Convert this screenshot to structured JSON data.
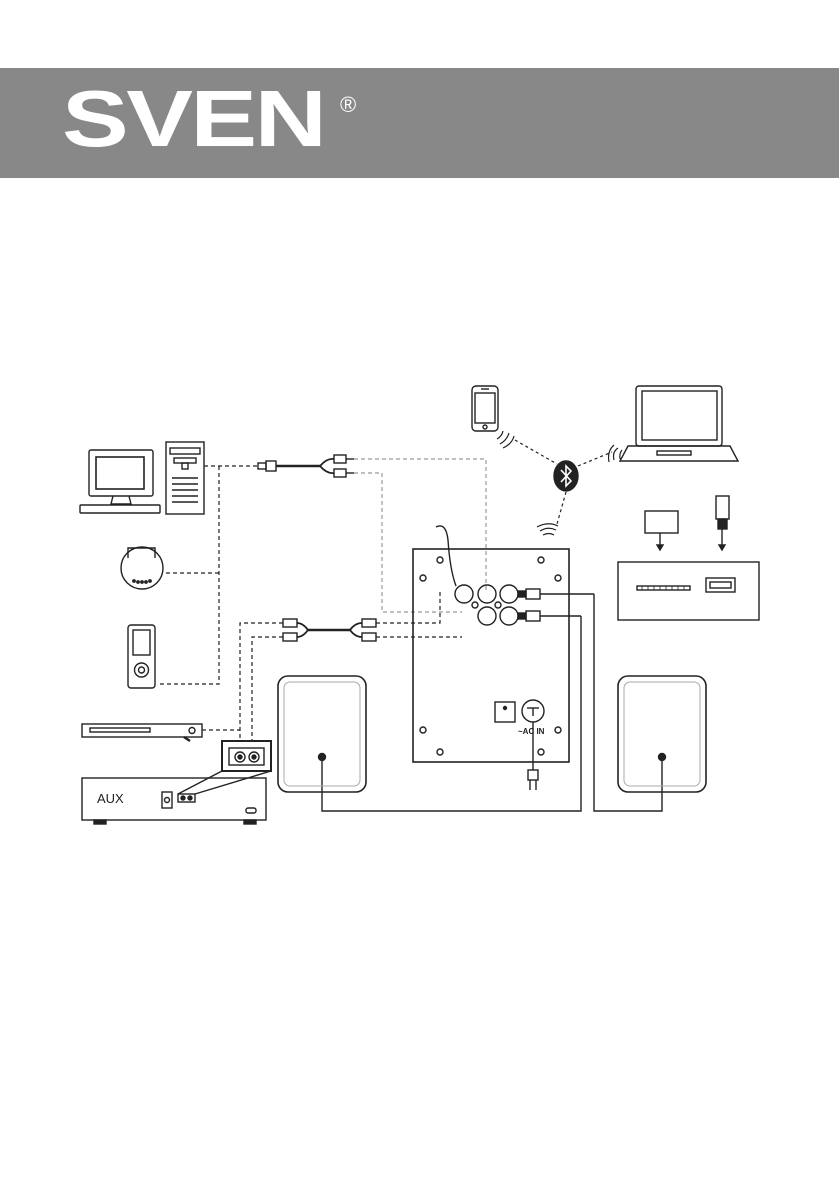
{
  "header": {
    "brand": "SVEN",
    "registered": "®",
    "band_color": "#888888"
  },
  "diagram": {
    "labels": {
      "aux": "AUX",
      "ac_in": "~AC IN"
    },
    "icons": [
      "desktop-computer-icon",
      "pc-tower-icon",
      "cd-player-icon",
      "mp3-player-icon",
      "dvd-player-icon",
      "av-receiver-icon",
      "smartphone-icon",
      "laptop-icon",
      "bluetooth-icon",
      "sd-card-icon",
      "usb-flash-drive-icon",
      "subwoofer-icon",
      "satellite-speaker-left-icon",
      "satellite-speaker-right-icon",
      "power-plug-icon"
    ]
  }
}
